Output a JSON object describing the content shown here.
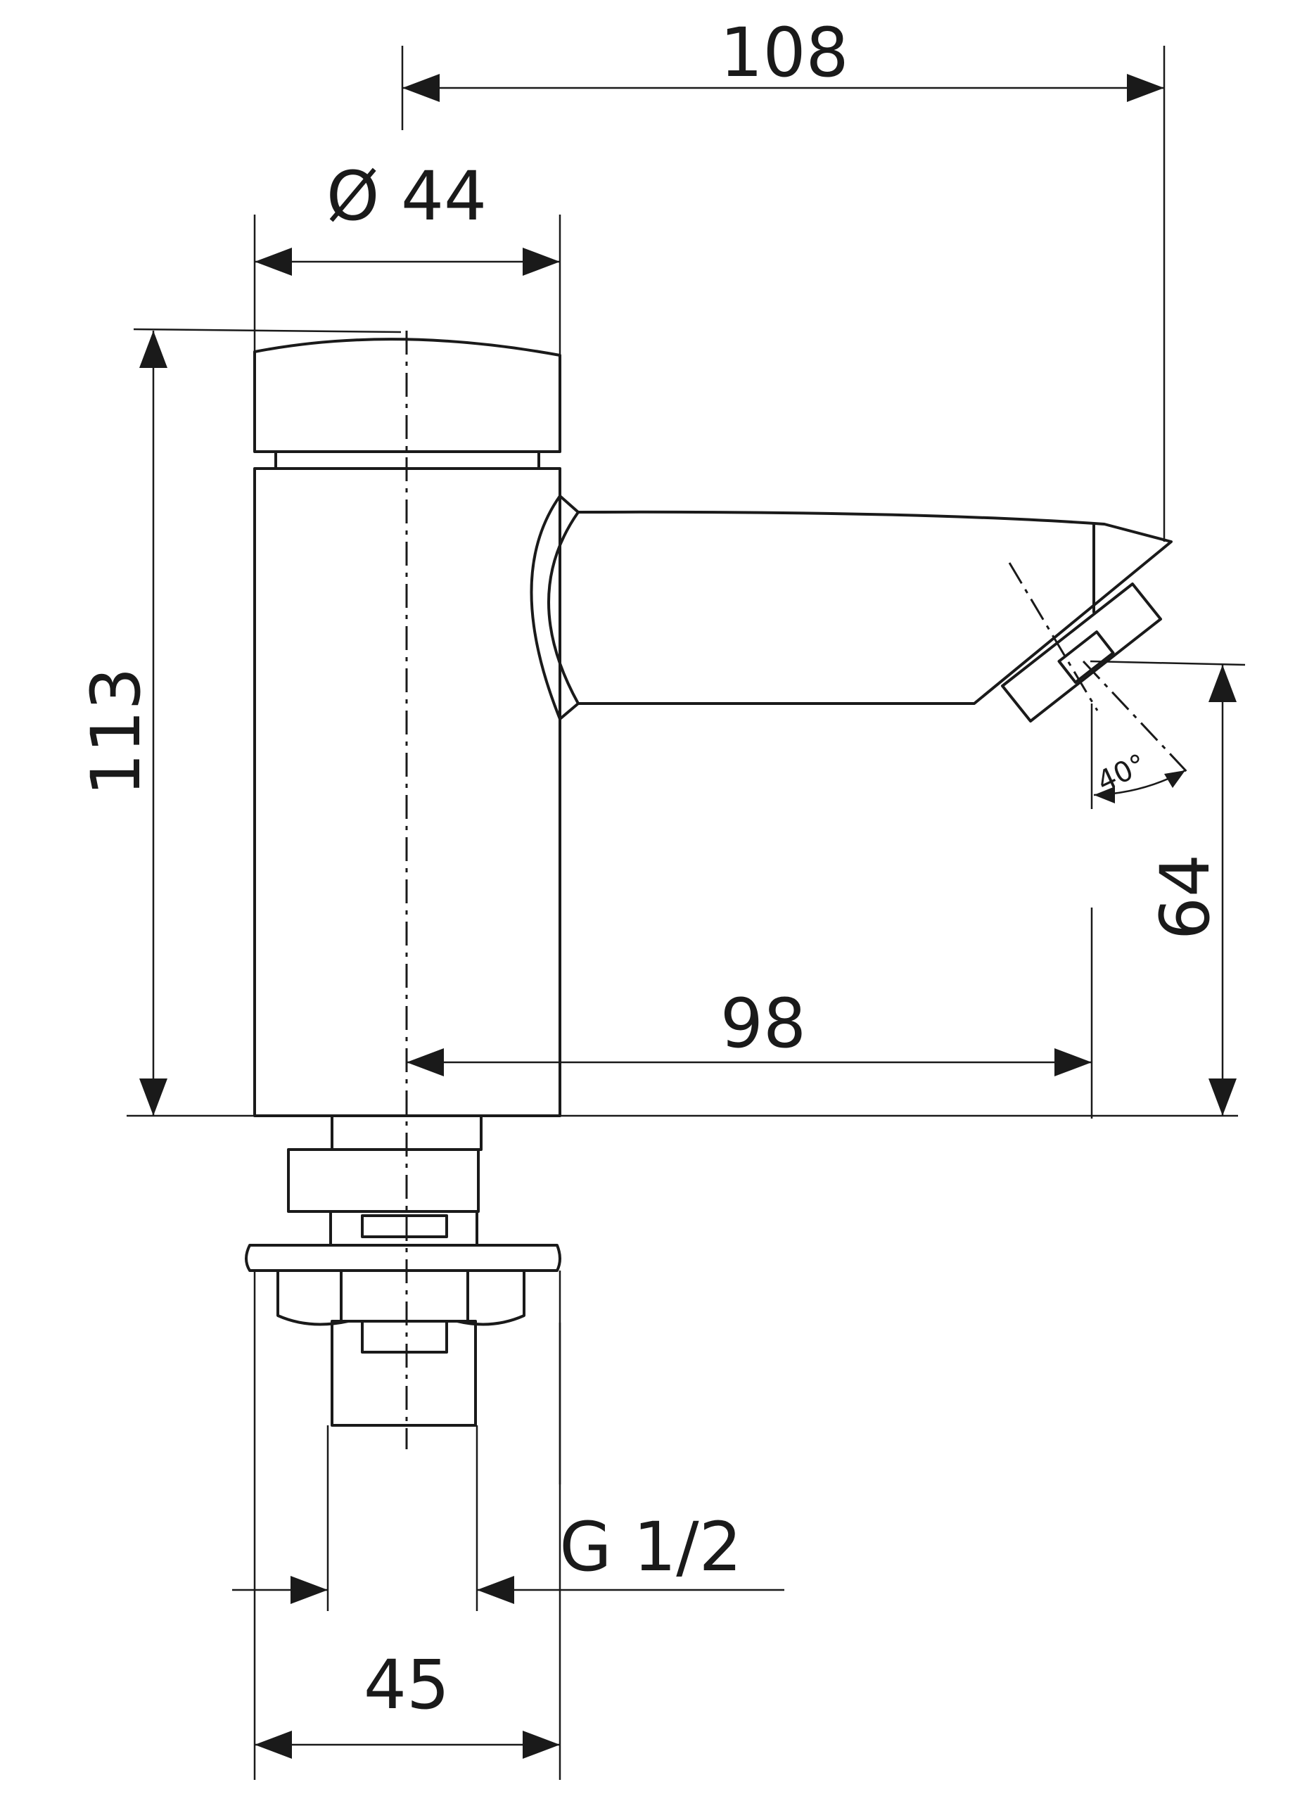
{
  "dimensions": {
    "overall_reach": "108",
    "button_diameter": "Ø 44",
    "total_height": "113",
    "outlet_height": "64",
    "spout_projection": "98",
    "thread": "G 1/2",
    "base_width": "45",
    "aerator_angle": "40°"
  },
  "colors": {
    "line": "#1a1a1a",
    "background": "#ffffff"
  }
}
